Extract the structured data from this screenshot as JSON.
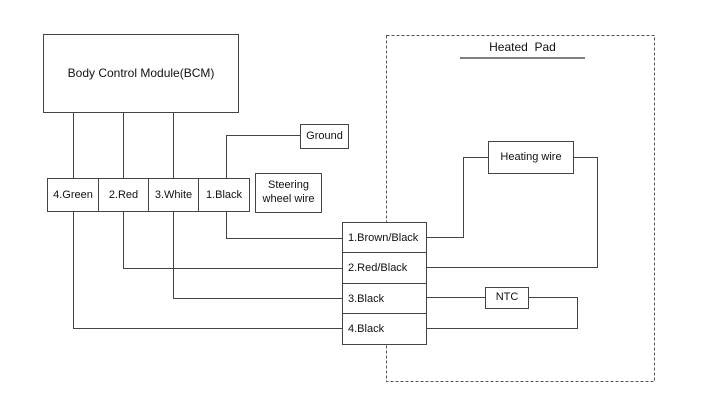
{
  "diagram": {
    "bcm": {
      "label": "Body Control Module(BCM)"
    },
    "ground": {
      "label": "Ground"
    },
    "steering_wheel": {
      "label_line1": "Steering",
      "label_line2": "wheel wire"
    },
    "bcm_connector": {
      "pins": [
        {
          "label": "4.Green"
        },
        {
          "label": "2.Red"
        },
        {
          "label": "3.White"
        },
        {
          "label": "1.Black"
        }
      ]
    },
    "pad_connector": {
      "pins": [
        {
          "label": "1.Brown/Black"
        },
        {
          "label": "2.Red/Black"
        },
        {
          "label": "3.Black"
        },
        {
          "label": "4.Black"
        }
      ]
    },
    "heated_pad": {
      "title": "Heated  Pad",
      "heating_wire": {
        "label": "Heating wire"
      },
      "ntc": {
        "label": "NTC"
      }
    }
  }
}
